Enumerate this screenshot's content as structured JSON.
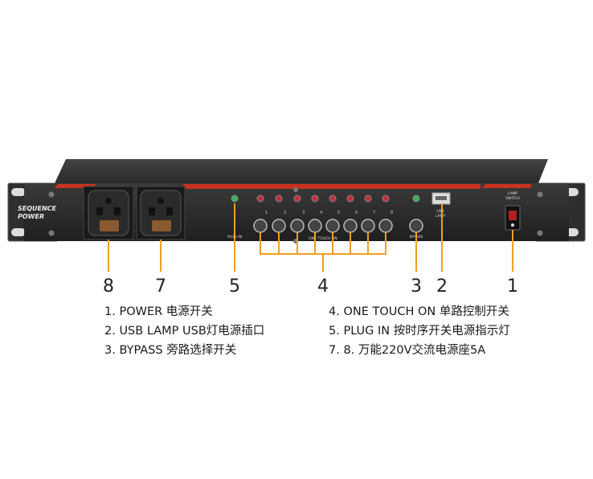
{
  "device": {
    "front_label_line1": "SEQUENCE",
    "front_label_line2": "POWER",
    "plug_in_label": "PLUG IN",
    "one_touch_label": "ONE TOUCH ON",
    "bypass_label": "BYPASS",
    "usb_label_line1": "USB",
    "usb_label_line2": "LAMP",
    "lamp_label_line1": "LAMP",
    "lamp_label_line2": "SWITCH",
    "channel_numbers": [
      "1",
      "2",
      "3",
      "4",
      "5",
      "6",
      "7",
      "8"
    ]
  },
  "callouts": [
    "8",
    "7",
    "5",
    "4",
    "3",
    "2",
    "1"
  ],
  "legend_left": [
    "1. POWER 电源开关",
    "2. USB LAMP USB灯电源插口",
    "3. BYPASS 旁路选择开关"
  ],
  "legend_right": [
    "4. ONE TOUCH ON 单路控制开关",
    "5. PLUG IN 按时序开关电源指示灯",
    "7. 8. 万能220V交流电源座5A"
  ],
  "colors": {
    "panel": "#2b2b2b",
    "red_stripe": "#c8321f",
    "led_red": "#c0303a",
    "led_green": "#3cb05a",
    "callout_line": "#f0a020"
  }
}
